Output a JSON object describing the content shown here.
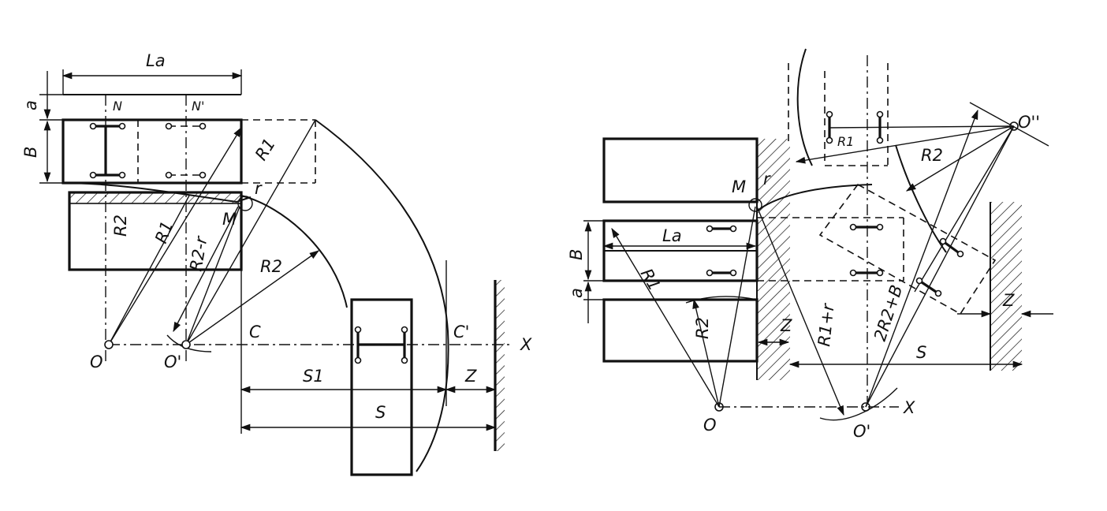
{
  "figure": {
    "left": {
      "labels": {
        "La": "La",
        "a": "a",
        "B": "B",
        "N": "N",
        "N_prime": "N'",
        "R1_top": "R1",
        "R1_inner": "R1",
        "R2_left": "R2",
        "R2_arc": "R2",
        "R2_minus_r": "R2-r",
        "M": "M",
        "r": "r",
        "C": "C",
        "C_prime": "C'",
        "O": "O",
        "O_prime": "O'",
        "X": "X",
        "S1": "S1",
        "S": "S",
        "Z": "Z"
      }
    },
    "right": {
      "labels": {
        "La": "La",
        "B": "B",
        "a": "a",
        "R1_top": "R1",
        "R1_left": "R1",
        "R2_top": "R2",
        "R2_low": "R2",
        "M": "M",
        "r": "r",
        "O": "O",
        "O_prime": "O'",
        "O_double_prime": "O''",
        "X": "X",
        "R1_plus_r": "R1+r",
        "2R2_plus_B": "2R2+B",
        "S": "S",
        "Z_left": "Z",
        "Z_right": "Z"
      }
    }
  }
}
